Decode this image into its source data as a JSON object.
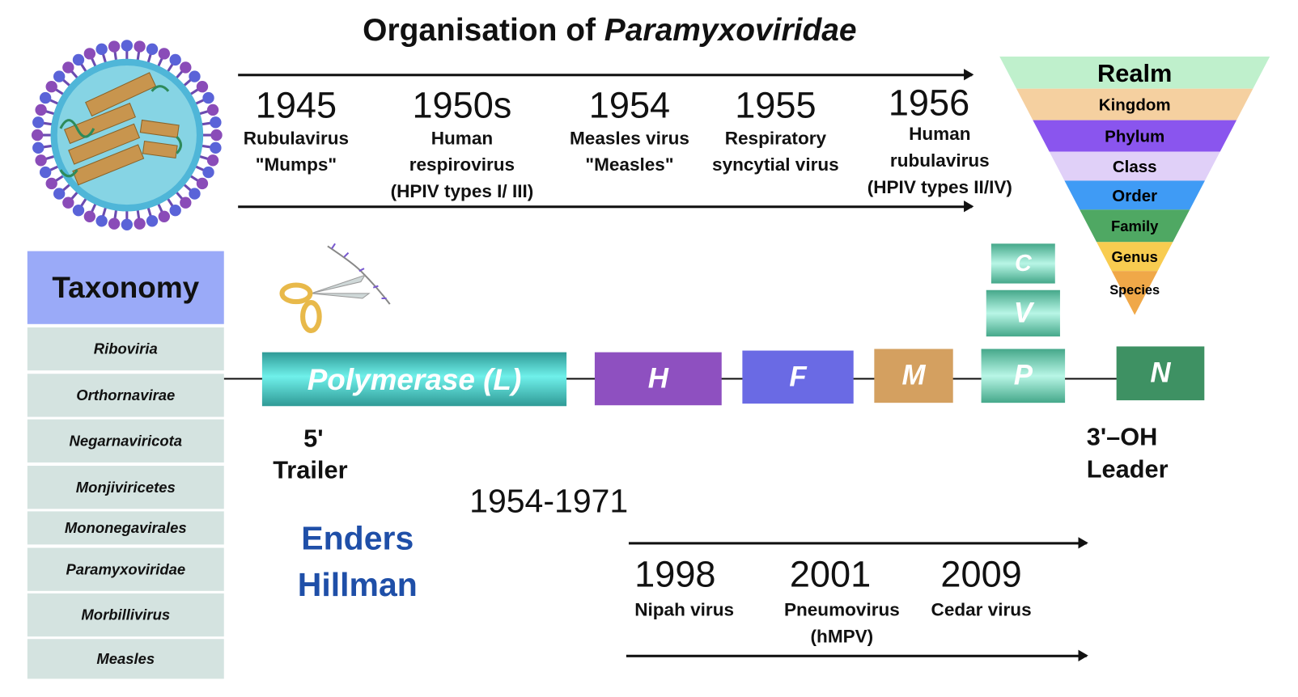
{
  "title": {
    "prefix": "Organisation of ",
    "italic": "Paramyxoviridae"
  },
  "timeline_top": [
    {
      "year": "1945",
      "lines": [
        "Rubulavirus",
        "\"Mumps\""
      ]
    },
    {
      "year": "1950s",
      "lines": [
        "Human",
        "respirovirus",
        "(HPIV types I/ III)"
      ]
    },
    {
      "year": "1954",
      "lines": [
        "Measles virus",
        "\"Measles\""
      ]
    },
    {
      "year": "1955",
      "lines": [
        "Respiratory",
        "syncytial virus"
      ]
    },
    {
      "year": "1956",
      "lines": [
        "Human",
        "rubulavirus",
        "(HPIV types II/IV)"
      ]
    }
  ],
  "taxonomy": {
    "heading": "Taxonomy",
    "rows": [
      "Riboviria",
      "Orthornavirae",
      "Negarnaviricota",
      "Monjiviricetes",
      "Mononegavirales",
      "Paramyxoviridae",
      "Morbillivirus",
      "Measles"
    ]
  },
  "genome": {
    "genes": {
      "L": "Polymerase (L)",
      "H": "H",
      "F": "F",
      "M": "M",
      "P": "P",
      "V": "V",
      "C": "C",
      "N": "N"
    },
    "five_prime": "5'",
    "trailer": "Trailer",
    "three_prime": "3'–OH",
    "leader": "Leader",
    "colors": {
      "H": "#8e50c0",
      "F": "#6a6ae4",
      "M": "#d4a060",
      "N": "#3e9163"
    }
  },
  "period": "1954-1971",
  "researchers": [
    "Enders",
    "Hillman"
  ],
  "timeline_bottom": [
    {
      "year": "1998",
      "lines": [
        "Nipah virus"
      ]
    },
    {
      "year": "2001",
      "lines": [
        "Pneumovirus",
        "(hMPV)"
      ]
    },
    {
      "year": "2009",
      "lines": [
        "Cedar virus"
      ]
    }
  ],
  "pyramid": [
    "Realm",
    "Kingdom",
    "Phylum",
    "Class",
    "Order",
    "Family",
    "Genus",
    "Species"
  ]
}
